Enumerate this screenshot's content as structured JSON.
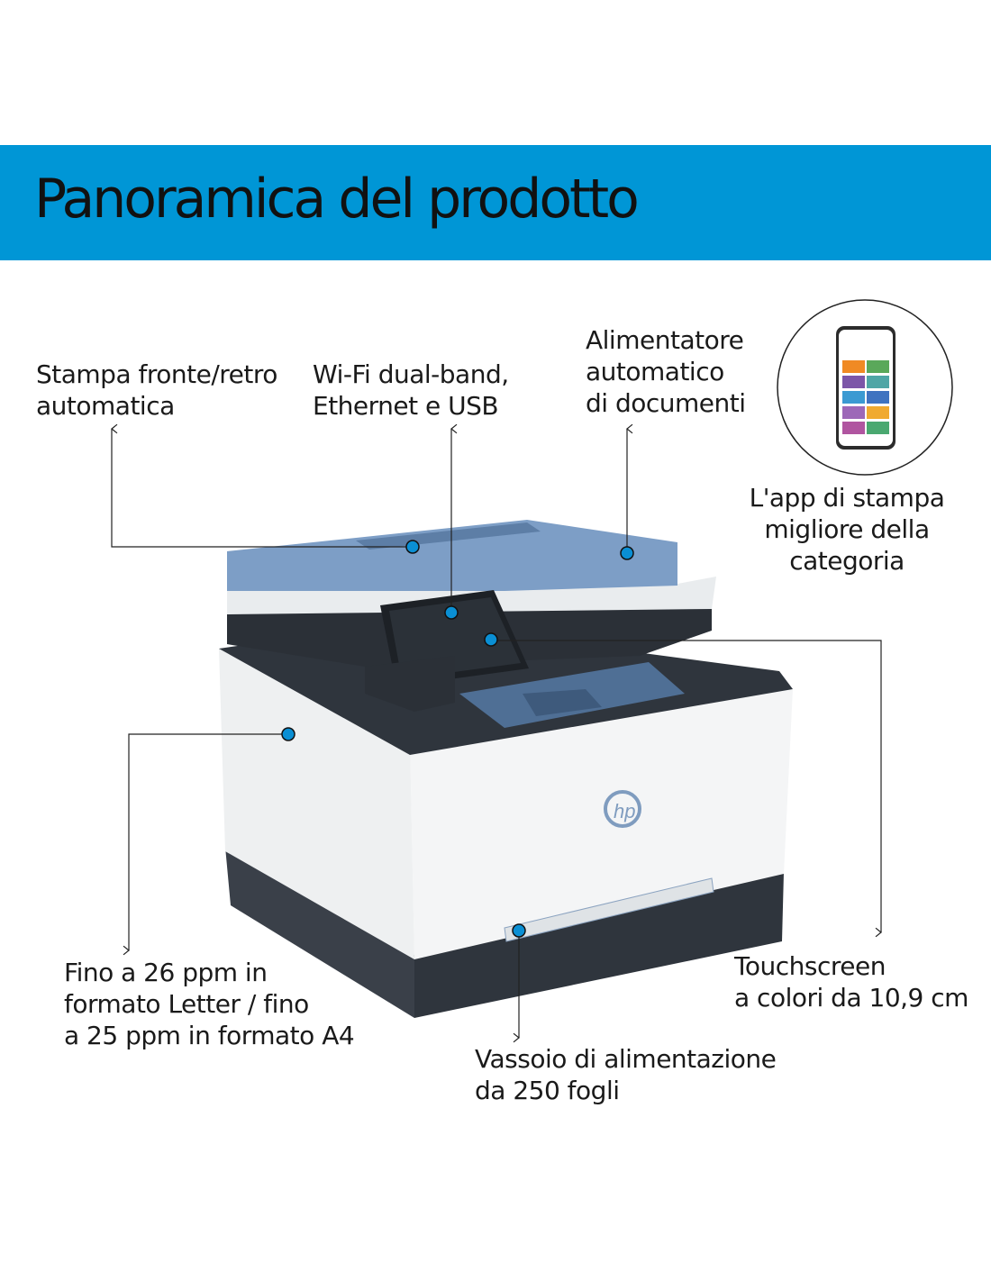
{
  "header": {
    "title": "Panoramica del prodotto"
  },
  "colors": {
    "band": "#0096d6",
    "dot": "#0a8fd4",
    "lid": "#7d9ec6",
    "dark": "#3a4049"
  },
  "callouts": {
    "duplex": "Stampa fronte/retro\nautomatica",
    "connectivity": "Wi-Fi dual-band,\nEthernet e USB",
    "adf": "Alimentatore\nautomatico\ndi documenti",
    "app": "L'app di stampa\nmigliore della\ncategoria",
    "speed": "Fino a 26 ppm in\nformato Letter / fino\na 25 ppm in formato A4",
    "touchscreen": "Touchscreen\na colori da 10,9 cm",
    "tray": "Vassoio di alimentazione\nda 250 fogli"
  },
  "icons": {
    "logo": "hp-logo-icon",
    "phone": "smartphone-app-icon"
  }
}
